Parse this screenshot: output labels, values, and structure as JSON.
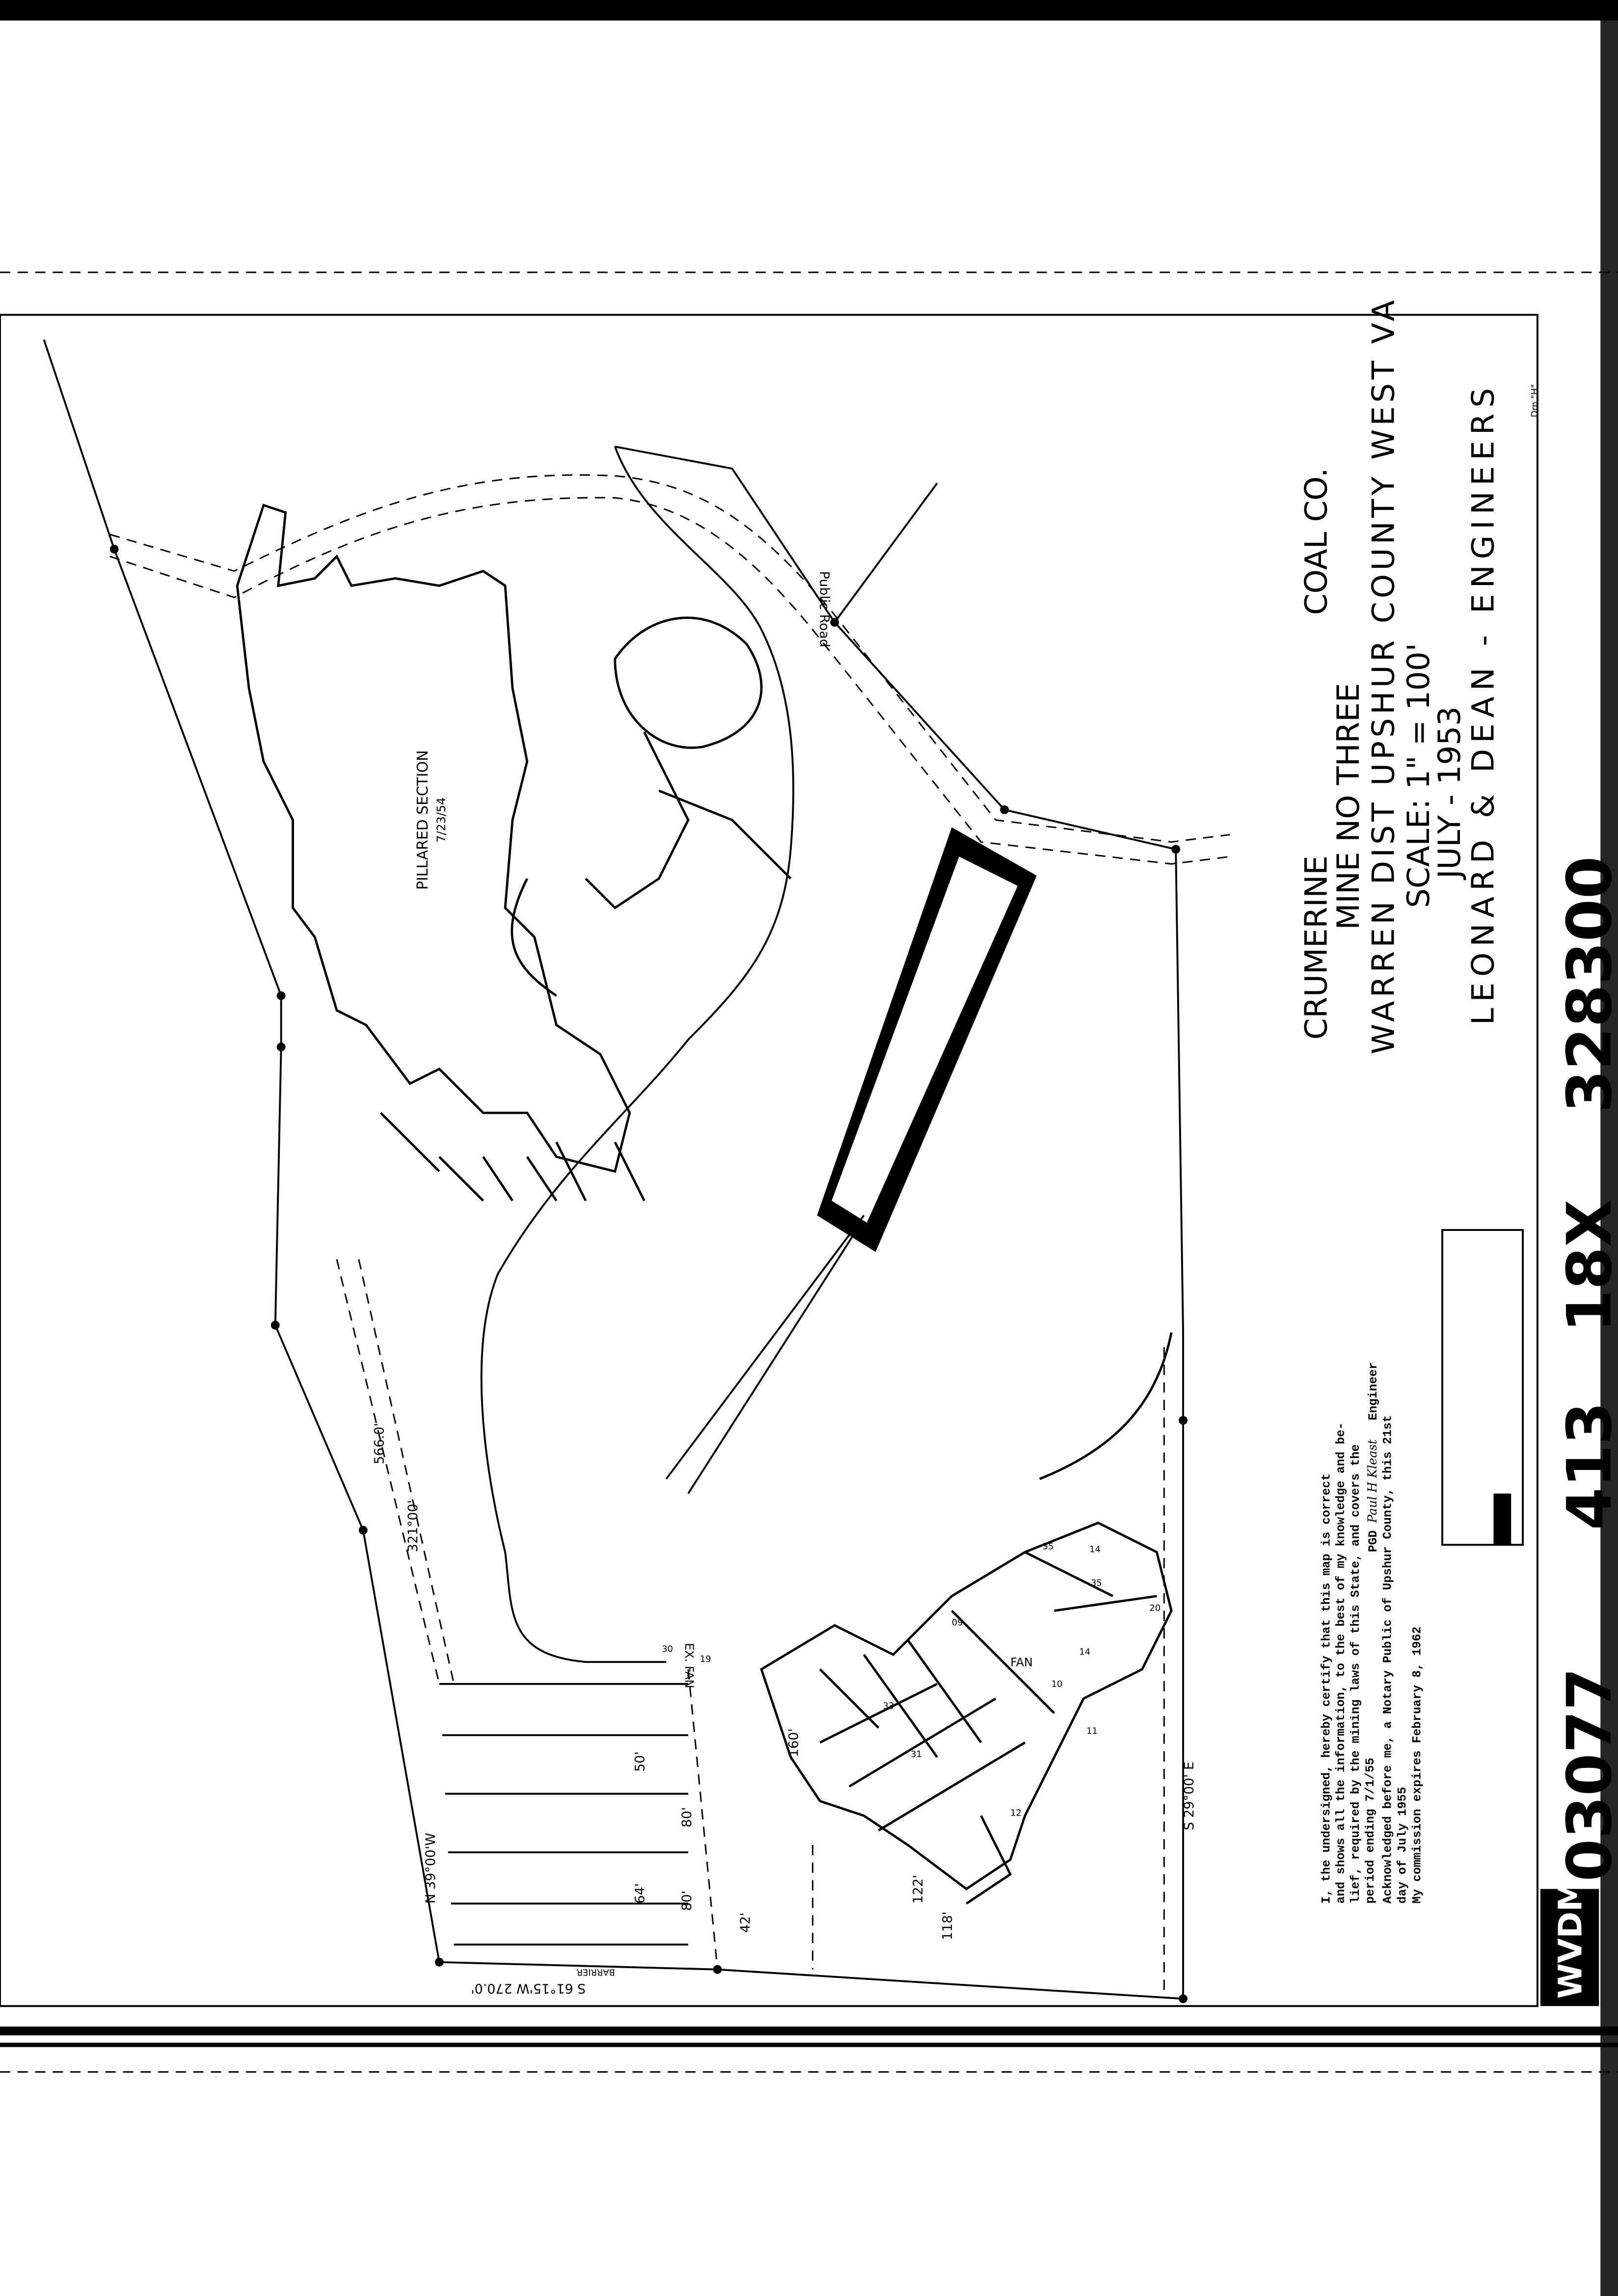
{
  "title_block": {
    "company_a": "CRUMERINE",
    "company_b": "COAL CO.",
    "mine": "MINE NO THREE",
    "location": "WARREN DIST UPSHUR COUNTY WEST VA",
    "scale": "SCALE: 1\" = 100'",
    "date": "JULY - 1953",
    "engineers": "LEONARD & DEAN - ENGINEERS",
    "drawn_by": "Drn \"H\""
  },
  "stamp": {
    "prefix": "WVDM",
    "number_a": "03077",
    "number_b": "413",
    "number_c": "18X",
    "number_d": "328300"
  },
  "certification": {
    "lines": [
      "I, the undersigned, hereby certify that this map is correct",
      "and shows all the information, to the best of my knowledge and be-",
      "lief, required by the mining laws of this State, and covers the",
      "period ending 7/1/55"
    ],
    "engineer_prefix": "PGD",
    "engineer_signature": "Paul H Kleast",
    "engineer_label": "Engineer",
    "ack_lines": [
      "Acknowledged before me, a Notary Public of Upshur County, this 21st",
      "day of July 1955",
      "My commission expires February 8, 1962"
    ]
  },
  "annotations": {
    "pillared": "PILLARED SECTION",
    "pillared_date": "7/23/54",
    "road": "Public Road",
    "line_566": "566.0'",
    "line_321": "321°00'",
    "line_n39": "N 39°00'W",
    "line_s61": "S 61°15'W 270.0'",
    "line_s29": "S 29°00' E",
    "barrier": "BARRIER",
    "ex_fan": "EX. FAN",
    "fan": "FAN",
    "dim_160": "160'",
    "dim_122": "122'",
    "dim_118": "118'",
    "dim_42": "42'",
    "dim_80a": "80'",
    "dim_80b": "80'",
    "dim_50": "50'",
    "dim_64": "64'",
    "stations": [
      "30",
      "19",
      "33",
      "35",
      "35",
      "14",
      "31",
      "14",
      "09",
      "10",
      "11",
      "20",
      "12"
    ]
  }
}
